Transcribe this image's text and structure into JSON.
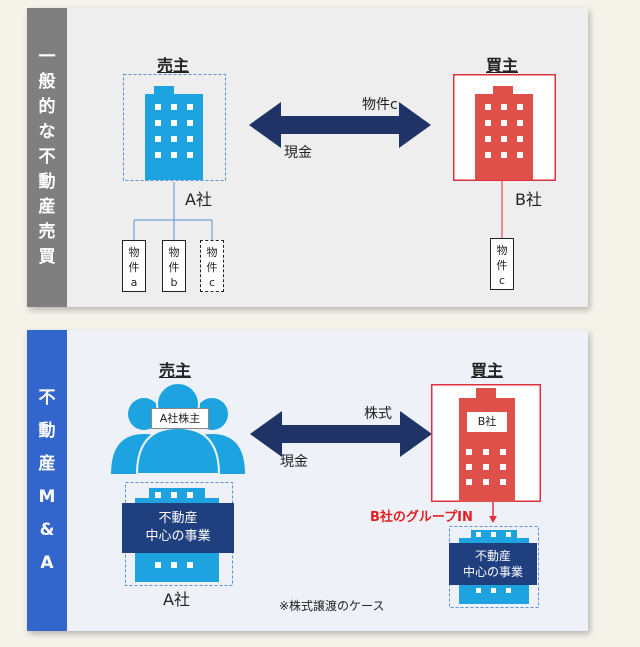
{
  "panel1": {
    "vlabel": [
      "一",
      "般",
      "的",
      "な",
      "不",
      "動",
      "産",
      "売",
      "買"
    ],
    "seller_role": "売主",
    "buyer_role": "買主",
    "arrow_top": "物件c",
    "arrow_bottom": "現金",
    "seller_name": "A社",
    "buyer_name": "B社",
    "properties": [
      {
        "l1": "物",
        "l2": "件",
        "l3": "a"
      },
      {
        "l1": "物",
        "l2": "件",
        "l3": "b"
      },
      {
        "l1": "物",
        "l2": "件",
        "l3": "c"
      }
    ],
    "buyer_property": {
      "l1": "物",
      "l2": "件",
      "l3": "c"
    }
  },
  "panel2": {
    "vlabel": [
      "不",
      "動",
      "産",
      "M",
      "&",
      "A"
    ],
    "seller_role": "売主",
    "buyer_role": "買主",
    "shareholder_label": "A社株主",
    "arrow_top": "株式",
    "arrow_bottom": "現金",
    "buyer_building_label": "B社",
    "business_line1": "不動産",
    "business_line2": "中心の事業",
    "seller_name": "A社",
    "group_in": "B社のグループIN",
    "note": "※株式譲渡のケース"
  },
  "colors": {
    "blue": "#1ca3e0",
    "red": "#e0504a",
    "navy": "#1f3f7f"
  }
}
